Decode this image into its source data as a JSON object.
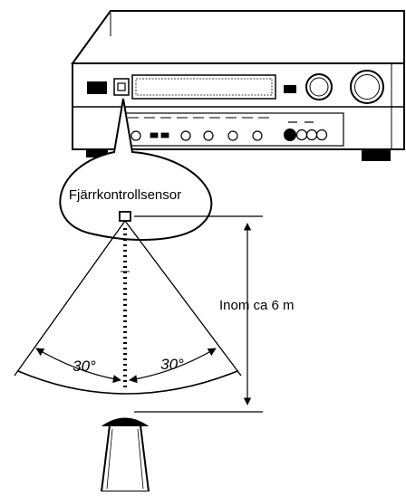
{
  "labels": {
    "sensor": "Fjärrkontrollsensor",
    "distance": "Inom ca 6 m",
    "angle_left": "30°",
    "angle_right": "30°"
  }
}
